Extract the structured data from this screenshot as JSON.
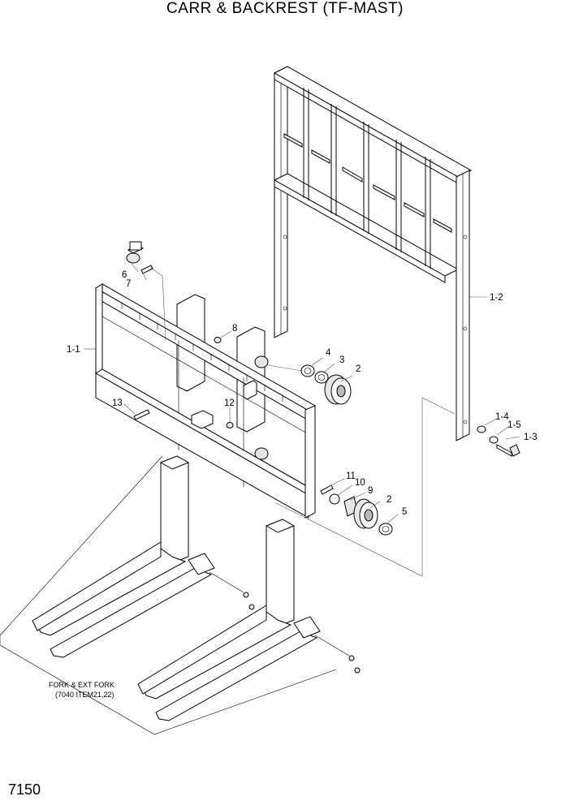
{
  "title": "CARR & BACKREST (TF-MAST)",
  "page_number": "7150",
  "callouts": {
    "c1_1": "1-1",
    "c1_2": "1-2",
    "c1_3": "1-3",
    "c1_4": "1-4",
    "c1_5": "1-5",
    "c2a": "2",
    "c2b": "2",
    "c3": "3",
    "c4": "4",
    "c5": "5",
    "c6": "6",
    "c7": "7",
    "c8": "8",
    "c9": "9",
    "c10": "10",
    "c11": "11",
    "c12": "12",
    "c13": "13"
  },
  "fork_note": {
    "line1": "FORK & EXT FORK",
    "line2": "(7040 ITEM21,22)"
  }
}
